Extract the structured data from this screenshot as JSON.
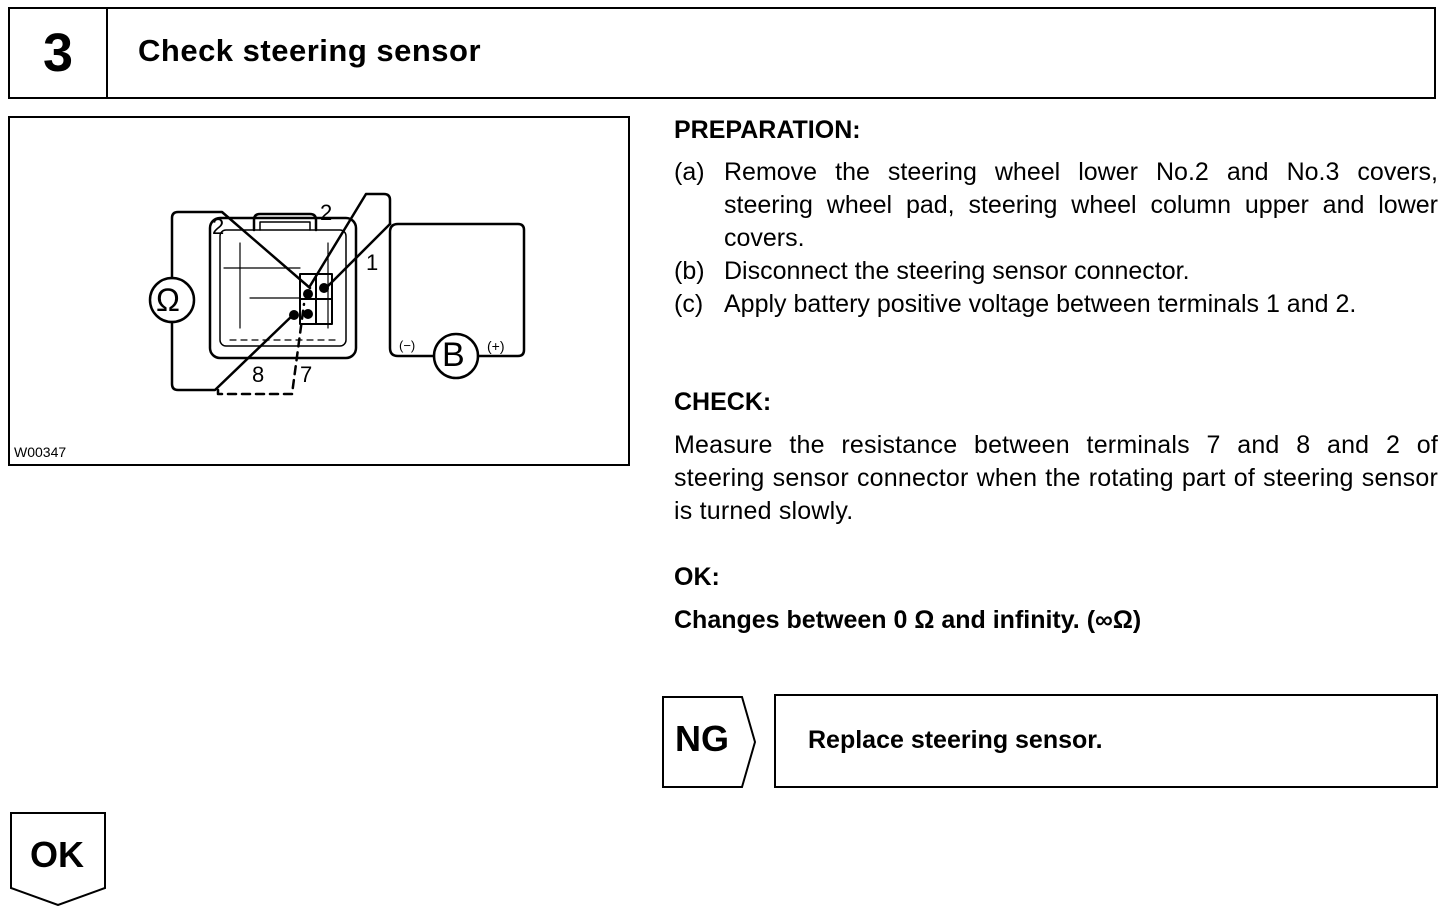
{
  "header": {
    "step_number": "3",
    "title": "Check steering sensor"
  },
  "figure": {
    "id": "W00347",
    "ohm_symbol": "Ω",
    "battery_symbol": "B",
    "battery_neg": "(−)",
    "battery_pos": "(+)",
    "terminal_labels": {
      "t2_left": "2",
      "t2_right": "2",
      "t1": "1",
      "t8": "8",
      "t7": "7"
    }
  },
  "preparation": {
    "heading": "PREPARATION:",
    "items": [
      {
        "label": "(a)",
        "text": "Remove the steering wheel lower No.2 and No.3 covers, steering wheel pad, steering wheel column upper and lower covers."
      },
      {
        "label": "(b)",
        "text": "Disconnect the steering sensor connector."
      },
      {
        "label": "(c)",
        "text": "Apply battery positive voltage between terminals 1 and 2."
      }
    ]
  },
  "check": {
    "heading": "CHECK:",
    "text": "Measure the resistance between terminals 7 and 8 and 2 of steering sensor connector when the rotating part of steering sensor is turned slowly."
  },
  "ok_spec": {
    "heading": "OK:",
    "text": "Changes between 0 Ω and infinity. (∞Ω)"
  },
  "ng_branch": {
    "label": "NG",
    "action": "Replace steering sensor."
  },
  "ok_branch": {
    "label": "OK"
  }
}
